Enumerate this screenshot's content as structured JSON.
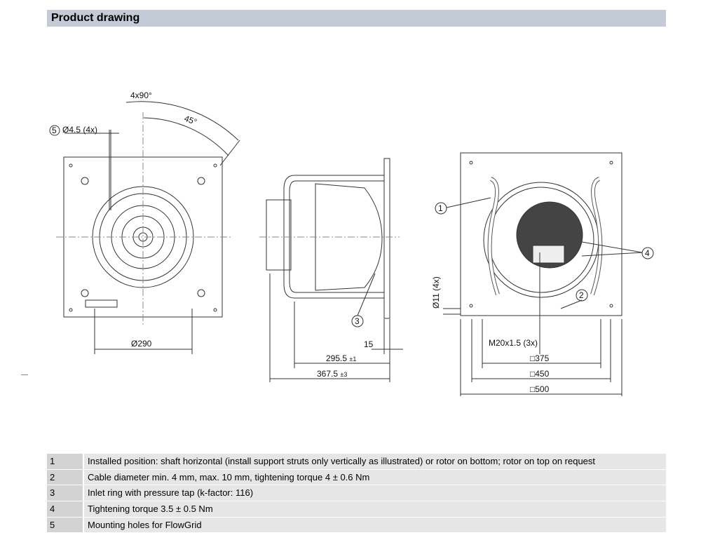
{
  "header": {
    "title": "Product drawing"
  },
  "drawing": {
    "labels": {
      "angle_total": "4x90°",
      "angle_half": "45°",
      "hole": "Ø4.5 (4x)",
      "callout_5": "5",
      "diameter": "Ø290",
      "callout_3": "3",
      "dim_15": "15",
      "dim_295": "295.5",
      "tol_295": "±1",
      "dim_367": "367.5",
      "tol_367": "±3",
      "callout_1": "1",
      "callout_4": "4",
      "callout_2": "2",
      "dim_11": "Ø11 (4x)",
      "thread": "M20x1.5 (3x)",
      "sq_375": "□375",
      "sq_450": "□450",
      "sq_500": "□500"
    }
  },
  "notes": [
    {
      "num": "1",
      "text": "Installed position: shaft horizontal (install support struts only vertically as illustrated) or rotor on bottom; rotor on top on request"
    },
    {
      "num": "2",
      "text": "Cable diameter min. 4 mm, max. 10 mm, tightening torque 4 ± 0.6 Nm"
    },
    {
      "num": "3",
      "text": "Inlet ring with pressure tap (k-factor: 116)"
    },
    {
      "num": "4",
      "text": "Tightening torque 3.5 ± 0.5 Nm"
    },
    {
      "num": "5",
      "text": "Mounting holes for FlowGrid"
    }
  ]
}
